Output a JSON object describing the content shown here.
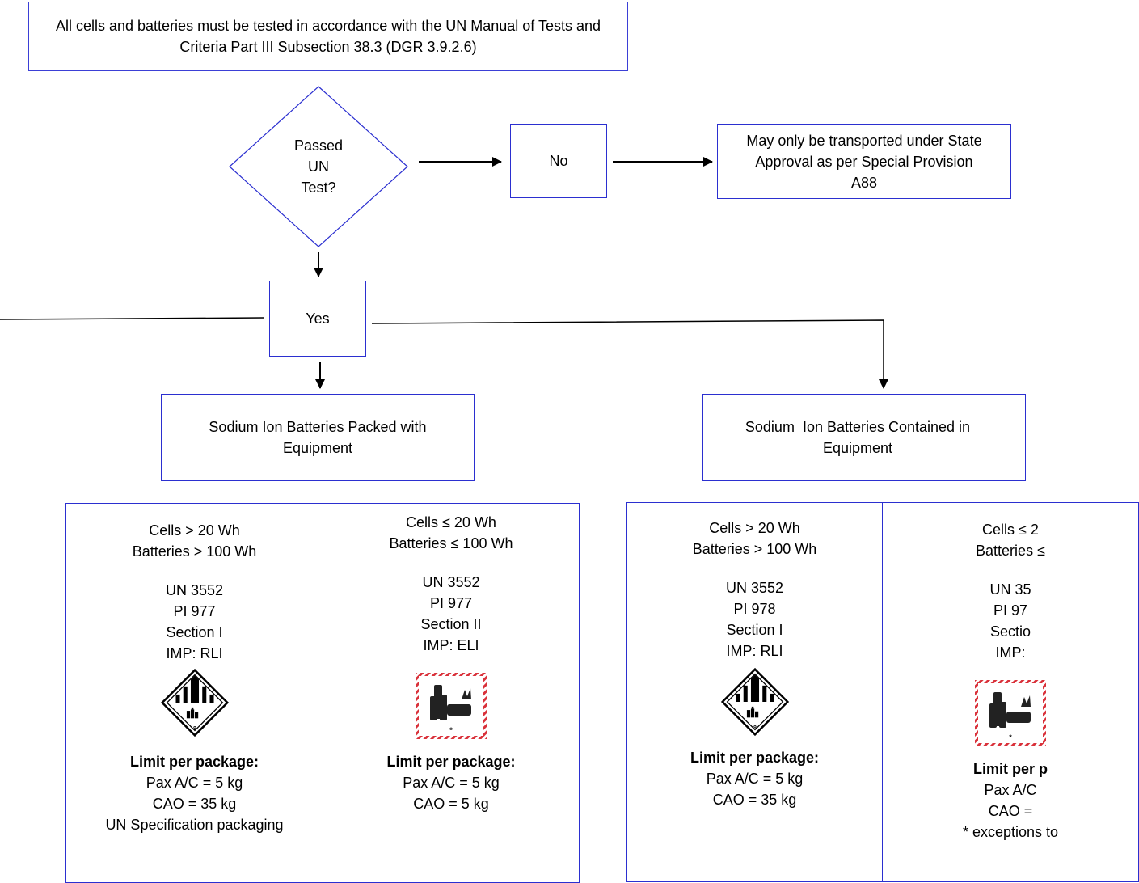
{
  "top": {
    "text": "All cells and batteries must be tested in accordance with the UN Manual of Tests and Criteria Part III Subsection 38.3 (DGR 3.9.2.6)"
  },
  "decision": {
    "lines": [
      "Passed",
      "UN",
      "Test?"
    ]
  },
  "no_box": {
    "text": "No"
  },
  "state_box": {
    "text": "May only be transported under State Approval as per Special Provision A88"
  },
  "yes_box": {
    "text": "Yes"
  },
  "packed": {
    "text": "Sodium Ion Batteries Packed with Equipment"
  },
  "contained": {
    "text": "Sodium  Ion Batteries Contained in Equipment"
  },
  "columns": [
    {
      "criteria": [
        "Cells > 20 Wh",
        "Batteries > 100 Wh"
      ],
      "details": [
        "UN 3552",
        "PI 977",
        "Section I",
        "IMP: RLI"
      ],
      "label_icon": "class-9-hazard-label",
      "limit_title": "Limit per package:",
      "limits": [
        "Pax A/C = 5 kg",
        "CAO = 35 kg",
        "UN Specification packaging"
      ]
    },
    {
      "criteria": [
        "Cells ≤ 20 Wh",
        "Batteries ≤ 100 Wh"
      ],
      "details": [
        "UN 3552",
        "PI 977",
        "Section II",
        "IMP: ELI"
      ],
      "label_icon": "battery-handling-mark",
      "limit_title": "Limit per package:",
      "limits": [
        "Pax A/C = 5 kg",
        "CAO = 5 kg"
      ]
    },
    {
      "criteria": [
        "Cells > 20 Wh",
        "Batteries > 100 Wh"
      ],
      "details": [
        "UN 3552",
        "PI 978",
        "Section I",
        "IMP: RLI"
      ],
      "label_icon": "class-9-hazard-label",
      "limit_title": "Limit per package:",
      "limits": [
        "Pax A/C = 5 kg",
        "CAO = 35 kg"
      ]
    },
    {
      "criteria": [
        "Cells ≤ 2",
        "Batteries ≤"
      ],
      "details": [
        "UN 35",
        "PI 97",
        "Sectio",
        "IMP:"
      ],
      "label_icon": "battery-handling-mark",
      "limit_title": "Limit per p",
      "limits": [
        "Pax A/C",
        "CAO =",
        "* exceptions to"
      ]
    }
  ],
  "colors": {
    "border": "#2b2fd0",
    "arrow": "#000000",
    "mark_hatch": "#d9313a"
  }
}
